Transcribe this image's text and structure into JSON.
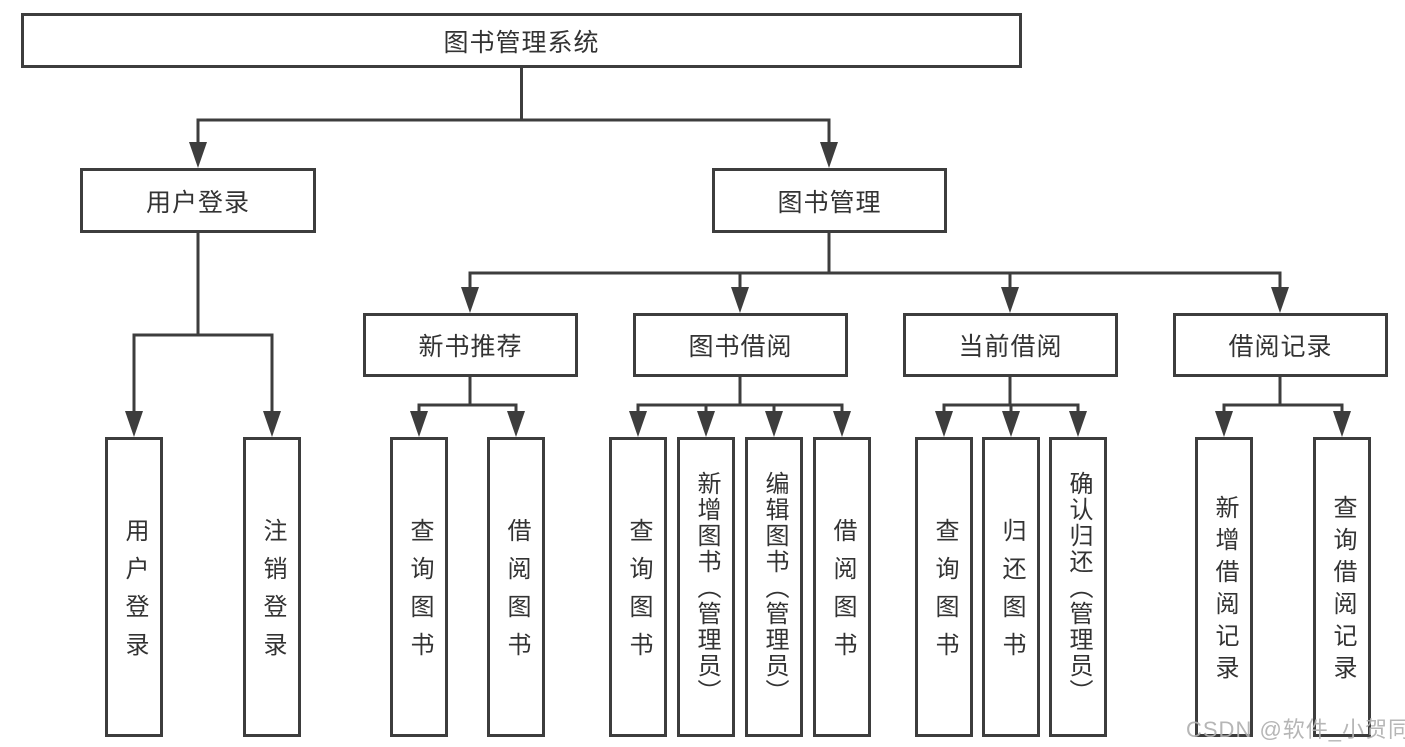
{
  "diagram_type": "hierarchy-tree",
  "colors": {
    "line": "#3d3d3d",
    "text": "#333333",
    "watermark": "#b0b0b0",
    "background": "#ffffff"
  },
  "watermark": {
    "text": "CSDN @软件_小贺同学"
  },
  "tree": {
    "label": "图书管理系统",
    "children": [
      {
        "label": "用户登录",
        "children": [
          {
            "label": "用户登录"
          },
          {
            "label": "注销登录"
          }
        ]
      },
      {
        "label": "图书管理",
        "children": [
          {
            "label": "新书推荐",
            "children": [
              {
                "label": "查询图书"
              },
              {
                "label": "借阅图书"
              }
            ]
          },
          {
            "label": "图书借阅",
            "children": [
              {
                "label": "查询图书"
              },
              {
                "label": "新增图书（管理员）"
              },
              {
                "label": "编辑图书（管理员）"
              },
              {
                "label": "借阅图书"
              }
            ]
          },
          {
            "label": "当前借阅",
            "children": [
              {
                "label": "查询图书"
              },
              {
                "label": "归还图书"
              },
              {
                "label": "确认归还（管理员）"
              }
            ]
          },
          {
            "label": "借阅记录",
            "children": [
              {
                "label": "新增借阅记录"
              },
              {
                "label": "查询借阅记录"
              }
            ]
          }
        ]
      }
    ]
  }
}
